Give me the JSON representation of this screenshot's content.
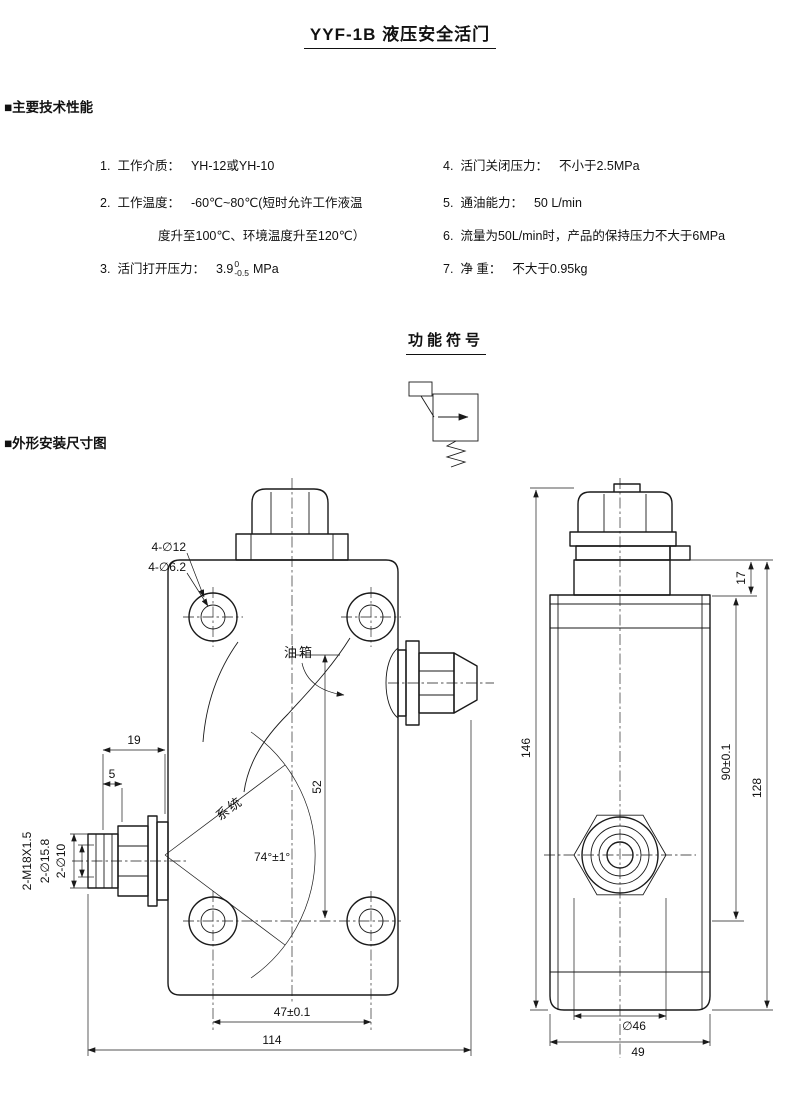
{
  "page": {
    "title": "YYF-1B 液压安全活门"
  },
  "colors": {
    "ink": "#1a1a1a",
    "paper": "#ffffff"
  },
  "sections": {
    "specs": "■主要技术性能",
    "symbol": "功能符号",
    "outline": "■外形安装尺寸图"
  },
  "specs": {
    "item1": {
      "num": "1.",
      "label": "工作介质：",
      "value": "YH-12或YH-10"
    },
    "item2": {
      "num": "2.",
      "label": "工作温度：",
      "value": "-60℃~80℃(短时允许工作液温",
      "value_cont": "度升至100℃、环境温度升至120℃）"
    },
    "item3": {
      "num": "3.",
      "label": "活门打开压力：",
      "value": "3.9",
      "tol_upper": "0",
      "tol_lower": "-0.5",
      "unit": "MPa"
    },
    "item4": {
      "num": "4.",
      "label": "活门关闭压力：",
      "value": "不小于2.5MPa"
    },
    "item5": {
      "num": "5.",
      "label": "通油能力：",
      "value": "50 L/min"
    },
    "item6": {
      "num": "6.",
      "label": "流量为50L/min时，产品的保持压力不大于6MPa"
    },
    "item7": {
      "num": "7.",
      "label": "净  重：",
      "value": "不大于0.95kg"
    }
  },
  "front_view": {
    "holes_outer": "4-∅12",
    "holes_inner": "4-∅6.2",
    "port_top_label": "油箱",
    "port_left_label": "系统",
    "angle": "74°±1°",
    "dim_19": "19",
    "dim_5": "5",
    "dim_52": "52",
    "thread_label": "2-M18X1.5",
    "dia_label_1": "2-∅15.8",
    "dia_label_2": "2-∅10",
    "dim_47": "47±0.1",
    "dim_114": "114"
  },
  "side_view": {
    "dim_17": "17",
    "dim_146": "146",
    "dim_90": "90±0.1",
    "dim_128": "128",
    "dia_46": "∅46",
    "dim_49": "49"
  }
}
